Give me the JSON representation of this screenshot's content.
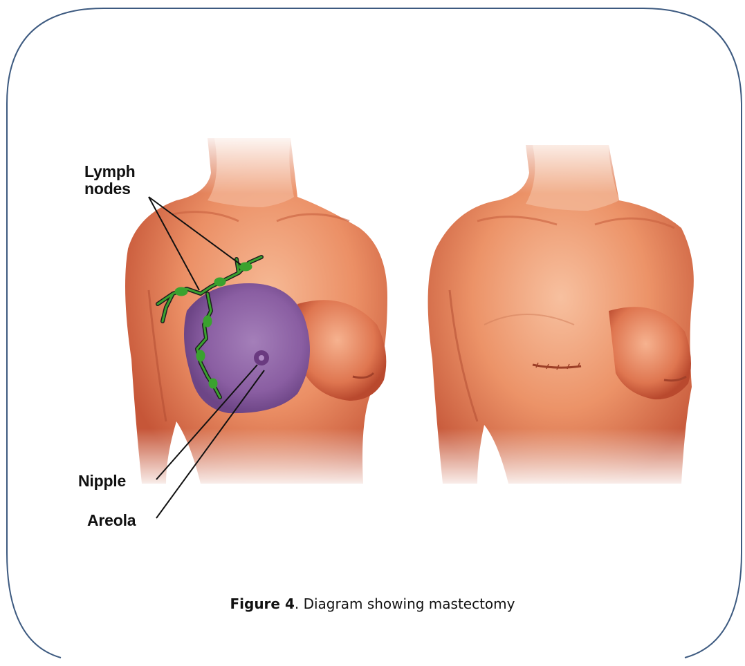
{
  "labels": {
    "lymph_line1": "Lymph",
    "lymph_line2": "nodes",
    "nipple": "Nipple",
    "areola": "Areola"
  },
  "caption": {
    "figure": "Figure 4",
    "text": ". Diagram showing mastectomy"
  },
  "colors": {
    "frame_stroke": "#3d5a80",
    "skin_light": "#f7c3a3",
    "skin_mid": "#e98a62",
    "skin_dark": "#c9583a",
    "breast_purple": "#8e62a6",
    "lymph_green": "#2f8f2a",
    "label_text": "#111111"
  }
}
